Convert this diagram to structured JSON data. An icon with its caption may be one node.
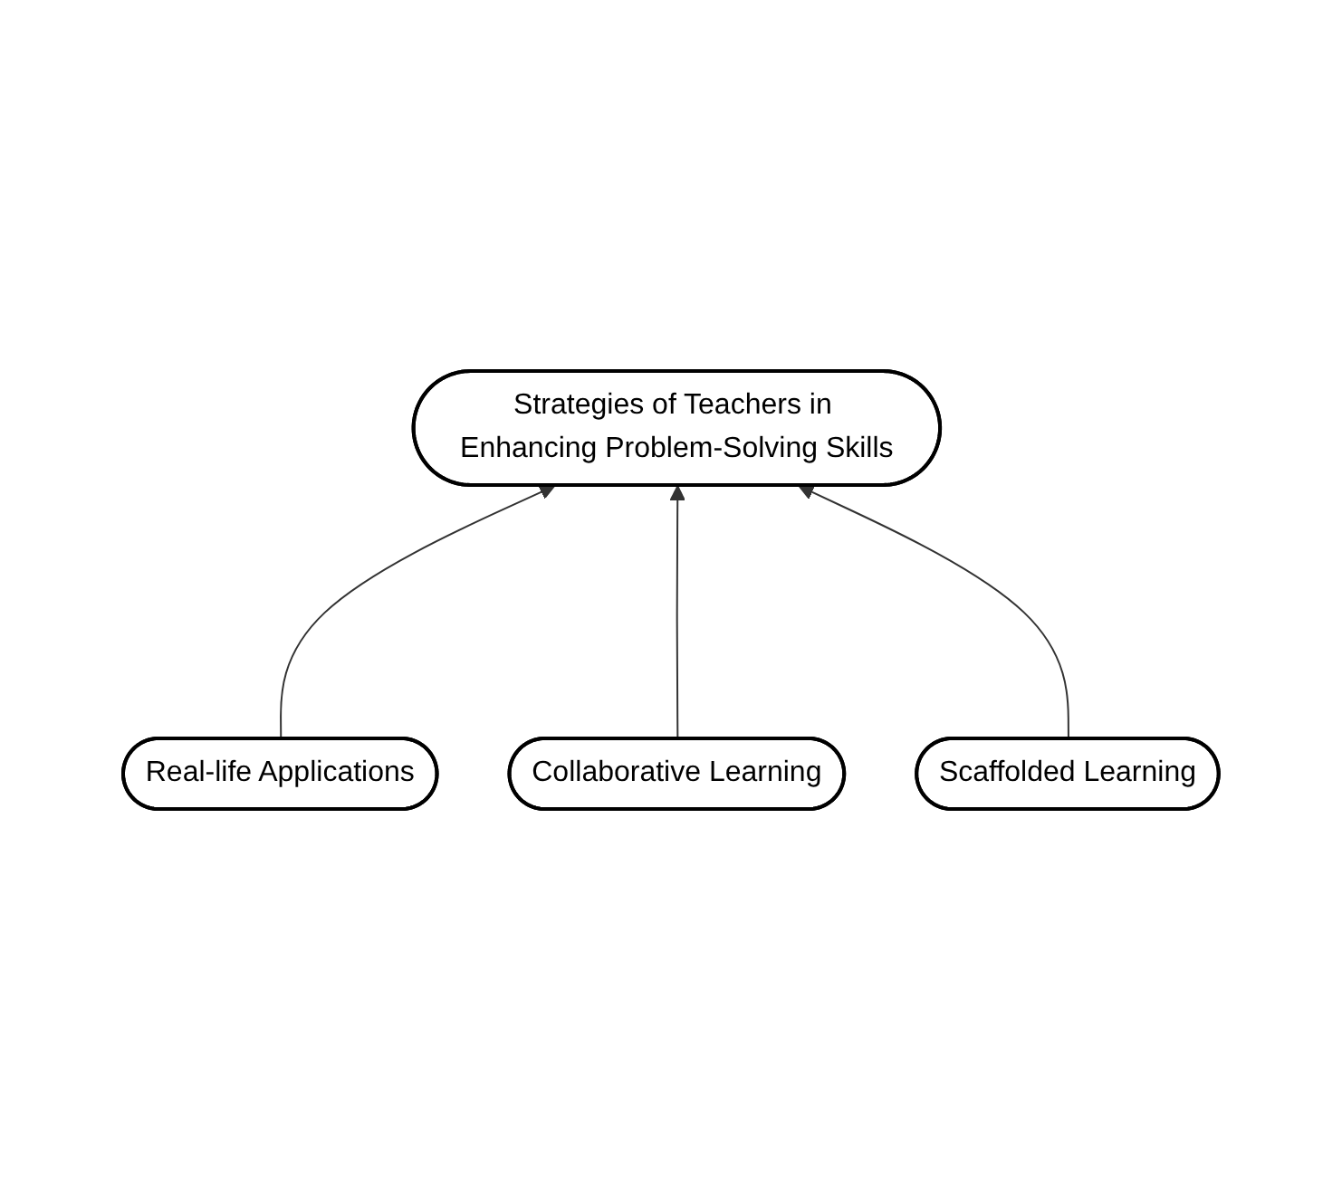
{
  "diagram": {
    "nodes": [
      {
        "text": [
          "Strategies of Teachers in Enhancing Problem-Solving Skills"
        ]
      },
      {
        "text": [
          "Real-life Applications"
        ]
      },
      {
        "text": [
          "Collaborative Learning"
        ]
      },
      {
        "text": [
          "Scaffolded Learning"
        ]
      }
    ],
    "edges": [
      {
        "from": 1,
        "to": 0,
        "arrow": "to"
      },
      {
        "from": 2,
        "to": 0,
        "arrow": "to"
      },
      {
        "from": 3,
        "to": 0,
        "arrow": "to"
      }
    ]
  }
}
